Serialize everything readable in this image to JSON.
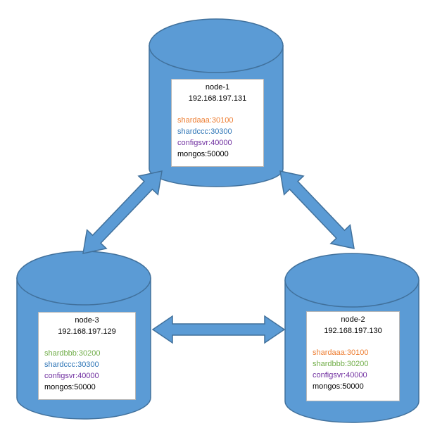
{
  "colors": {
    "cylinder_fill": "#5b9bd5",
    "cylinder_stroke": "#41719c",
    "arrow_fill": "#5b9bd5",
    "card_border": "#b7b7b7",
    "shardaaa": "#ed7d31",
    "shardbbb": "#70ad47",
    "shardccc": "#2e75b6",
    "configsvr": "#7030a0",
    "mongos": "#000000"
  },
  "nodes": {
    "node1": {
      "name": "node-1",
      "ip": "192.168.197.131",
      "ports": [
        {
          "label": "shardaaa:30100",
          "role": "shardaaa"
        },
        {
          "label": "shardccc:30300",
          "role": "shardccc"
        },
        {
          "label": "configsvr:40000",
          "role": "configsvr"
        },
        {
          "label": "mongos:50000",
          "role": "mongos"
        }
      ]
    },
    "node2": {
      "name": "node-2",
      "ip": "192.168.197.130",
      "ports": [
        {
          "label": "shardaaa:30100",
          "role": "shardaaa"
        },
        {
          "label": "shardbbb:30200",
          "role": "shardbbb"
        },
        {
          "label": "configsvr:40000",
          "role": "configsvr"
        },
        {
          "label": "mongos:50000",
          "role": "mongos"
        }
      ]
    },
    "node3": {
      "name": "node-3",
      "ip": "192.168.197.129",
      "ports": [
        {
          "label": "shardbbb:30200",
          "role": "shardbbb"
        },
        {
          "label": "shardccc:30300",
          "role": "shardccc"
        },
        {
          "label": "configsvr:40000",
          "role": "configsvr"
        },
        {
          "label": "mongos:50000",
          "role": "mongos"
        }
      ]
    }
  }
}
